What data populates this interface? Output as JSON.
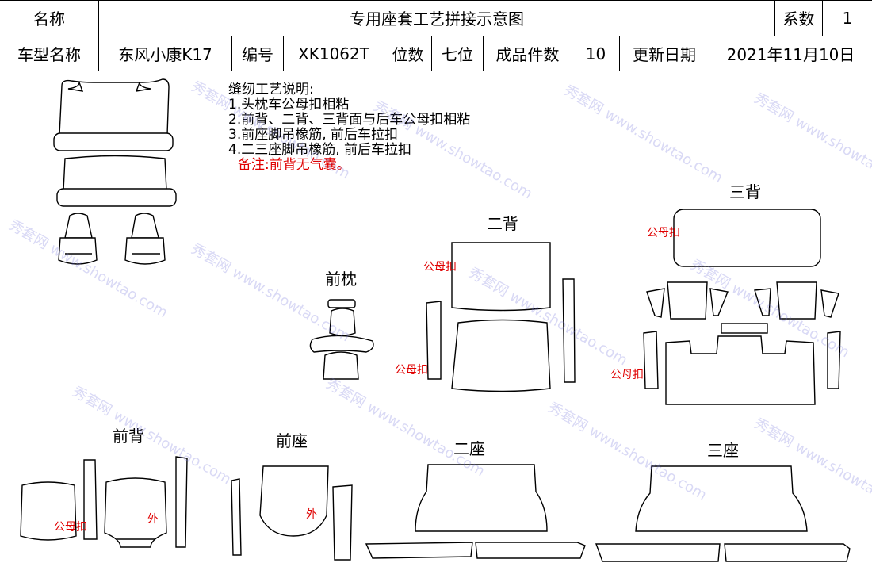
{
  "header": {
    "name_label": "名称",
    "title": "专用座套工艺拼接示意图",
    "coef_label": "系数",
    "coef_value": "1",
    "car_label": "车型名称",
    "car_value": "东风小康K17",
    "code_label": "编号",
    "code_value": "XK1062T",
    "seats_label": "位数",
    "seats_value": "七位",
    "pieces_label": "成品件数",
    "pieces_value": "10",
    "date_label": "更新日期",
    "date_value": "2021年11月10日"
  },
  "notes": {
    "heading": "缝纫工艺说明:",
    "items": [
      "1.头枕车公母扣相粘",
      "2.前背、二背、三背面与后车公母扣相粘",
      "3.前座脚吊橡筋, 前后车拉扣",
      "4.二三座脚吊橡筋, 前后车拉扣"
    ],
    "remark": "备注:前背无气囊。"
  },
  "sections": {
    "front_headrest": "前枕",
    "second_back": "二背",
    "third_back": "三背",
    "front_back": "前背",
    "front_seat": "前座",
    "second_seat": "二座",
    "third_seat": "三座"
  },
  "annotations": {
    "snap": "公母扣",
    "outer": "外"
  },
  "watermark": {
    "text": "秀套网 www.showtao.com"
  }
}
